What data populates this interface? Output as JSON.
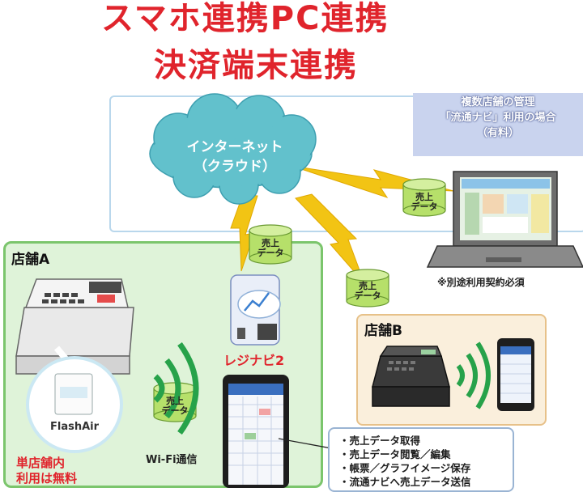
{
  "title": {
    "line1": "スマホ連携PC連携",
    "line2": "決済端末連携"
  },
  "cloud": {
    "line1": "インターネット",
    "line2": "（クラウド）"
  },
  "management_box": {
    "line1": "複数店舗の管理",
    "line2": "「流通ナビ」利用の場合",
    "line3": "（有料）"
  },
  "laptop_note": "※別途利用契約必須",
  "sales_data_label": [
    "売上",
    "データ"
  ],
  "store_a": {
    "label": "店舗A",
    "flashair_caption": "FlashAir",
    "wifi_label": "Wi-Fi通信",
    "app_label": "レジナビ2",
    "free_note_line1": "単店舗内",
    "free_note_line2": "利用は無料"
  },
  "store_b": {
    "label": "店舗B"
  },
  "features": [
    "・売上データ取得",
    "・売上データ閲覧／編集",
    "・帳票／グラフイメージ保存",
    "・流通ナビへ売上データ送信"
  ],
  "colors": {
    "title_red": "#e0242c",
    "cloud_teal": "#62c1cc",
    "lightning_yellow": "#f2c414",
    "db_green": "#b6e06a",
    "store_a_green": "#dff3d9",
    "store_b_beige": "#faefdc",
    "management_purple": "#c9d3ee"
  }
}
